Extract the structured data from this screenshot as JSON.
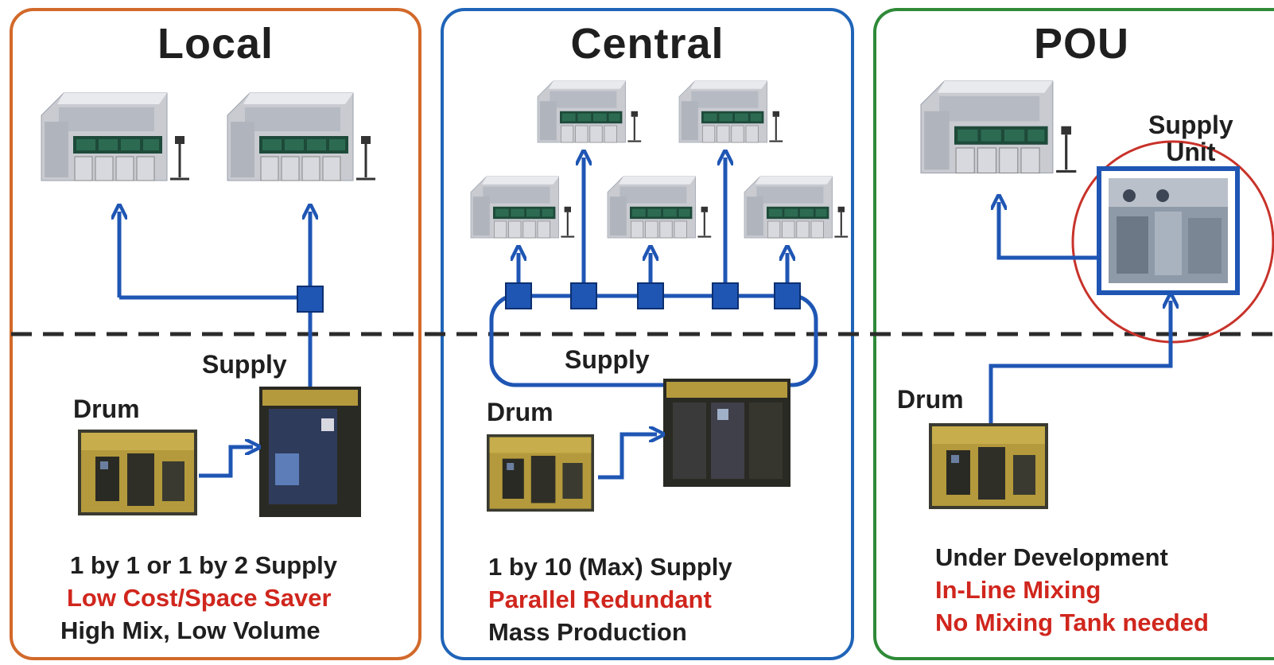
{
  "colors": {
    "local_border": "#d2692a",
    "central_border": "#1f64b8",
    "pou_border": "#2f8a38",
    "line": "#1f56b4",
    "accent_red": "#d0261d",
    "circle": "#c8322a"
  },
  "panels": {
    "local": {
      "title": "Local",
      "supply_label": "Supply",
      "drum_label": "Drum",
      "desc_line1": "1 by 1 or 1 by 2 Supply",
      "desc_line2": "Low Cost/Space Saver",
      "desc_line3": "High Mix, Low Volume"
    },
    "central": {
      "title": "Central",
      "supply_label": "Supply",
      "drum_label": "Drum",
      "desc_line1": "1 by 10 (Max) Supply",
      "desc_line2": "Parallel Redundant",
      "desc_line3": "Mass Production"
    },
    "pou": {
      "title": "POU",
      "supply_unit_label": "Supply\nUnit",
      "drum_label": "Drum",
      "desc_line1": "Under Development",
      "desc_line2": "In-Line Mixing",
      "desc_line3": "No Mixing Tank needed"
    }
  }
}
